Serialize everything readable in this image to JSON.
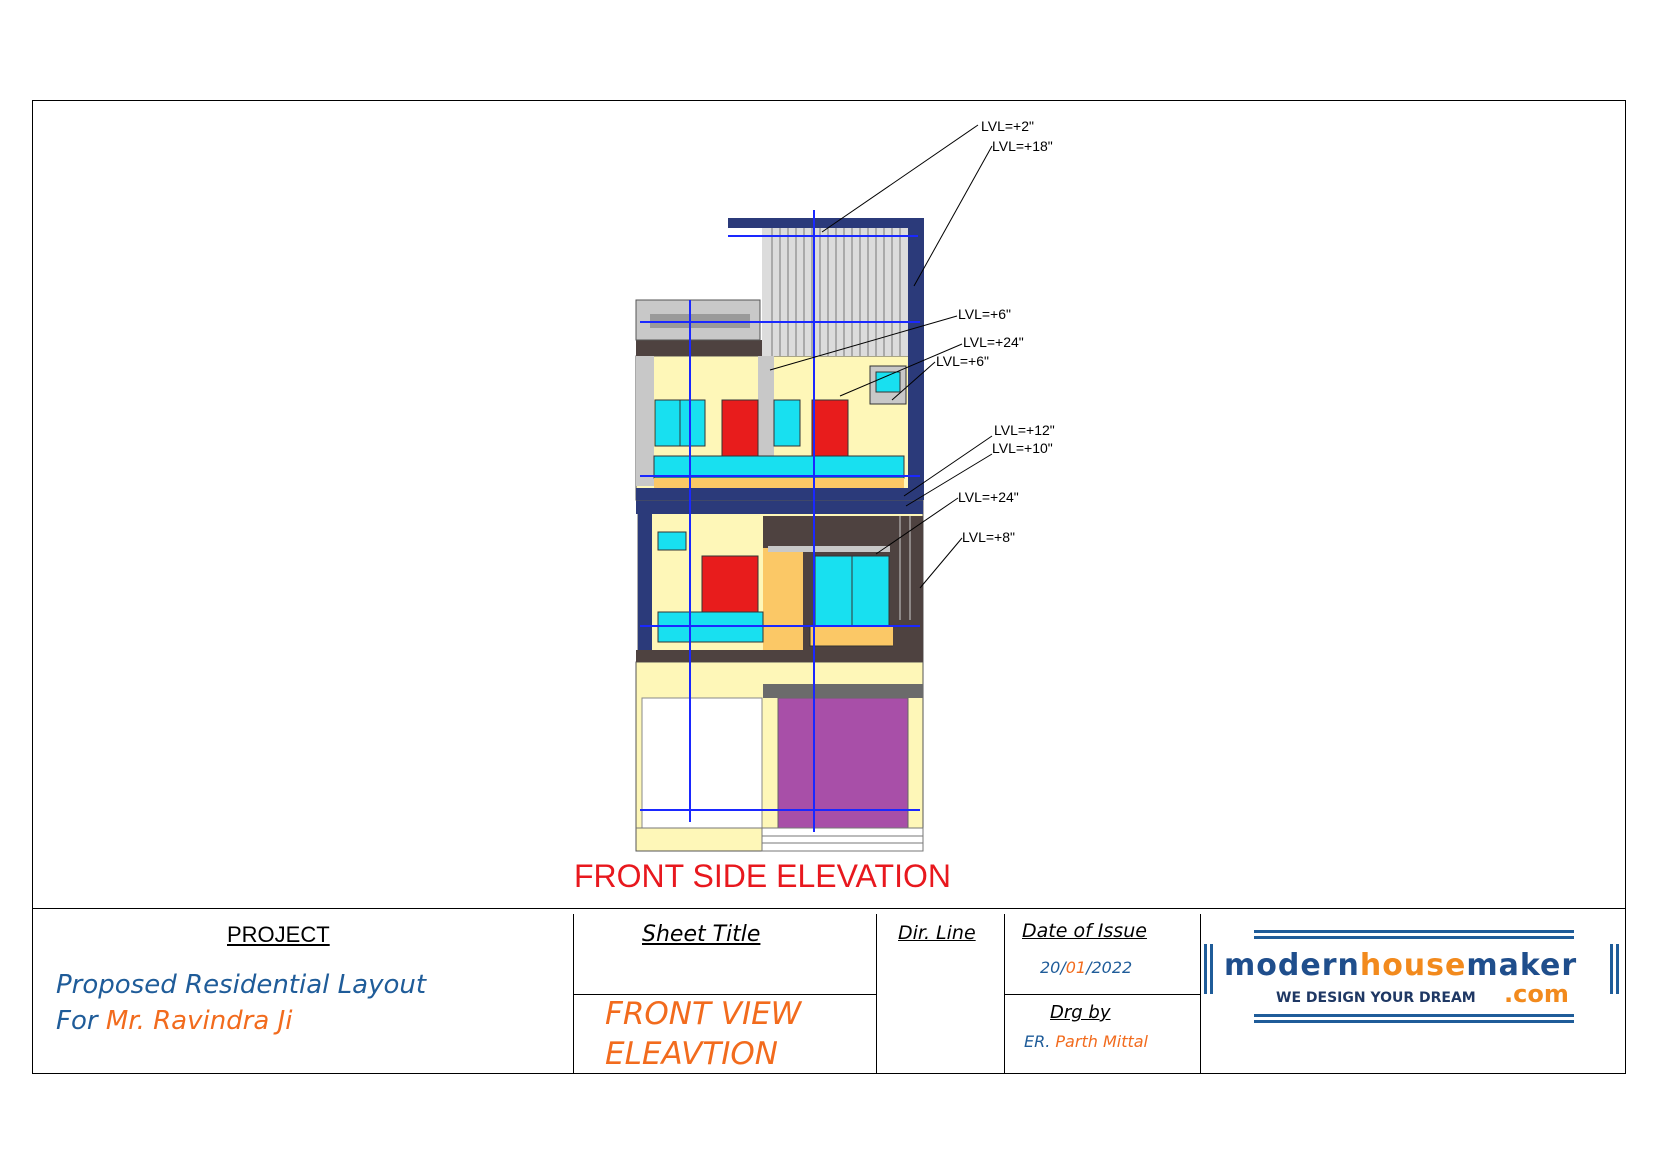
{
  "drawing": {
    "title": "FRONT SIDE ELEVATION",
    "level_labels": [
      "LVL=+2\"",
      "LVL=+18\"",
      "LVL=+6\"",
      "LVL=+24\"",
      "LVL=+6\"",
      "LVL=+12\"",
      "LVL=+10\"",
      "LVL=+24\"",
      "LVL=+8\""
    ],
    "colors": {
      "frame_navy": "#2b3a7a",
      "wall_cream": "#fef7b8",
      "glass_cyan": "#18e0f0",
      "door_red": "#e81c1c",
      "shutter_purple": "#a84fa8",
      "slab_brown": "#4e4240",
      "accent_orange": "#fbc866",
      "dimension_blue": "#1a28ff"
    }
  },
  "title_block": {
    "project_header": "PROJECT",
    "project_line1": "Proposed Residential Layout",
    "project_for": "For",
    "project_client": "Mr. Ravindra Ji",
    "sheet_title_header": "Sheet Title",
    "sheet_title_line1": "FRONT VIEW",
    "sheet_title_line2": "ELEAVTION",
    "dir_line_header": "Dir. Line",
    "date_header": "Date of Issue",
    "date_day": "20/",
    "date_month": "01",
    "date_year": "/2022",
    "drg_by_header": "Drg by",
    "drg_by_prefix": "ER.",
    "drg_by_name": "Parth Mittal"
  },
  "logo": {
    "part1": "modern",
    "part2": "house",
    "part3": "maker",
    "tagline": "WE DESIGN YOUR DREAM",
    "suffix": ".com"
  }
}
